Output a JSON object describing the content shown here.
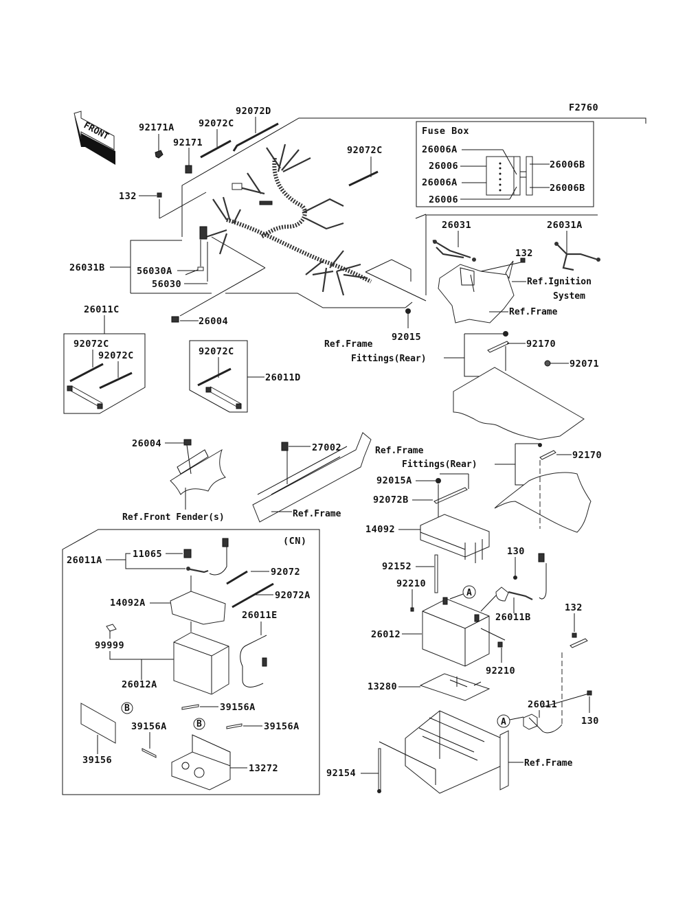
{
  "diagram": {
    "code": "F2760",
    "front_arrow": "FRONT",
    "fuse_box": {
      "title": "Fuse Box",
      "labels_left": [
        "26006A",
        "26006",
        "26006A",
        "26006"
      ],
      "labels_right": [
        "26006B",
        "26006B"
      ]
    },
    "harness_group": {
      "labels": [
        "92171A",
        "92171",
        "92072C",
        "92072D",
        "92072C",
        "132",
        "26031B",
        "56030A",
        "56030",
        "26004",
        "92015"
      ]
    },
    "ignition_group": {
      "labels": [
        "26031",
        "132",
        "26031A"
      ],
      "refs": [
        "Ref.Ignition",
        "System",
        "Ref.Frame"
      ]
    },
    "kit_26011C": {
      "title": "26011C",
      "labels": [
        "92072C",
        "92072C"
      ]
    },
    "kit_26011D": {
      "title": "26011D",
      "labels": [
        "92072C"
      ]
    },
    "rear_fittings_top": {
      "refs": [
        "Ref.Frame",
        "Fittings(Rear)"
      ],
      "labels": [
        "92170",
        "92071"
      ]
    },
    "fender_group": {
      "labels": [
        "26004"
      ],
      "refs": [
        "Ref.Front Fender(s)"
      ]
    },
    "frame_group": {
      "labels": [
        "27002"
      ],
      "refs": [
        "Ref.Frame"
      ]
    },
    "rear_fittings_mid": {
      "refs": [
        "Ref.Frame",
        "Fittings(Rear)"
      ],
      "labels": [
        "92170"
      ]
    },
    "cn_box": {
      "region": "(CN)",
      "labels": [
        "26011A",
        "11065",
        "92072",
        "92072A",
        "14092A",
        "26011E",
        "99999",
        "26012A",
        "39156A",
        "39156A",
        "39156A",
        "39156",
        "13272"
      ],
      "markers": [
        "B",
        "B"
      ]
    },
    "battery_group": {
      "labels": [
        "92015A",
        "92072B",
        "14092",
        "92152",
        "92210",
        "26012",
        "92210",
        "13280",
        "130",
        "26011B",
        "132",
        "26011",
        "130",
        "92154"
      ],
      "markers": [
        "A",
        "A"
      ],
      "refs": [
        "Ref.Frame"
      ]
    }
  }
}
